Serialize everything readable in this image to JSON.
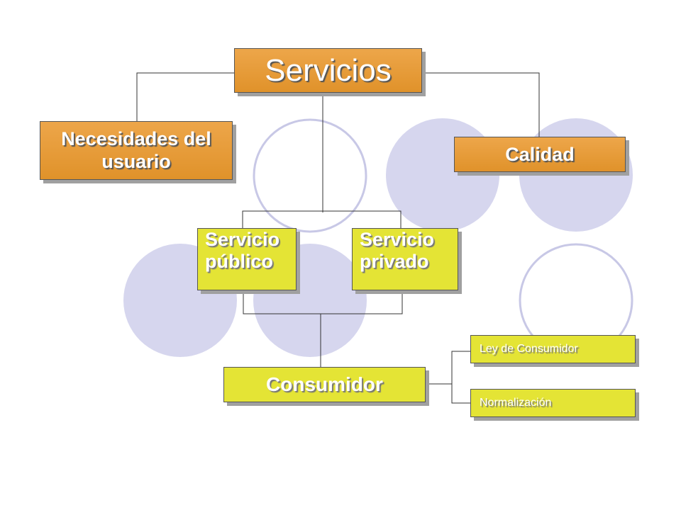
{
  "colors": {
    "orange_box": "#e39a38",
    "yellow_box": "#e4e435",
    "circle": "#d6d6ee",
    "circle_outline": "#c8c8e6",
    "connector": "#333333"
  },
  "nodes": {
    "servicios": "Servicios",
    "necesidades_line1": "Necesidades del",
    "necesidades_line2": "usuario",
    "calidad": "Calidad",
    "servicio_publico_line1": "Servicio",
    "servicio_publico_line2": "público",
    "servicio_privado_line1": "Servicio",
    "servicio_privado_line2": "privado",
    "consumidor": "Consumidor",
    "ley_consumidor": "Ley de Consumidor",
    "normalizacion": "Normalización"
  }
}
